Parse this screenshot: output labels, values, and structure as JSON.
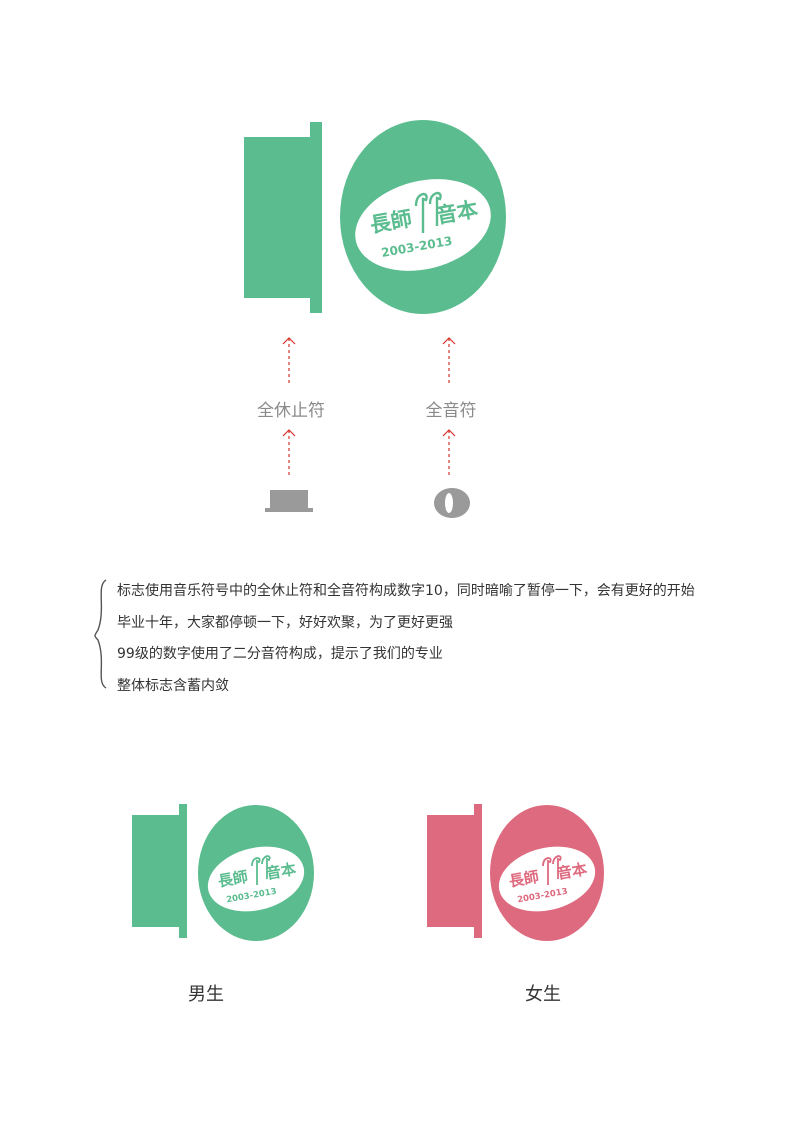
{
  "logo": {
    "name_left": "長師",
    "name_right": "音本",
    "years": "2003-2013"
  },
  "symbols": {
    "rest_label": "全休止符",
    "note_label": "全音符"
  },
  "description": {
    "lines": [
      "标志使用音乐符号中的全休止符和全音符构成数字10，同时暗喻了暂停一下，会有更好的开始",
      "毕业十年，大家都停顿一下，好好欢聚，为了更好更强",
      "99级的数字使用了二分音符构成，提示了我们的专业",
      "整体标志含蓄内敛"
    ]
  },
  "variants": {
    "male_label": "男生",
    "female_label": "女生"
  },
  "colors": {
    "green": "#5bbd8f",
    "pink": "#de6a7f",
    "gray": "#9a9a9a",
    "arrow_red": "#d9322b"
  }
}
